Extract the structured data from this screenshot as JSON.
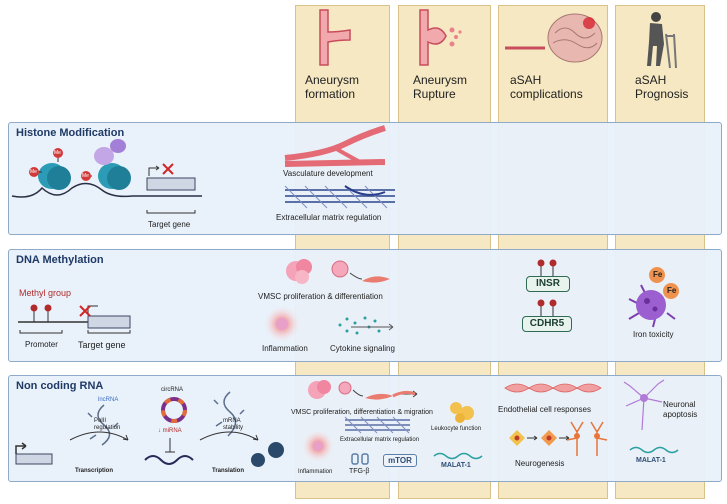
{
  "columns": [
    {
      "header": "Aneurysm\nformation"
    },
    {
      "header": "Aneurysm\nRupture"
    },
    {
      "header": "aSAH\ncomplications"
    },
    {
      "header": "aSAH\nPrognosis"
    }
  ],
  "histone": {
    "title": "Histone Modification",
    "me": "Me",
    "target_gene": "Target gene",
    "vasculature": "Vasculature development",
    "ecm": "Extracellular matrix regulation"
  },
  "dna": {
    "title": "DNA Methylation",
    "methyl_group": "Methyl group",
    "promoter": "Promoter",
    "target_gene": "Target gene",
    "vmsc": "VMSC proliferation & differentiation",
    "inflammation": "Inflammation",
    "cytokine": "Cytokine signaling",
    "insr": "INSR",
    "cdhr5": "CDHR5",
    "fe": "Fe",
    "iron": "Iron toxicity"
  },
  "ncrna": {
    "title": "Non coding RNA",
    "lncrna": "lncRNA",
    "circrna": "circRNA",
    "mirna": "↓ miRNA",
    "polII": "PolII\nregulation",
    "mrna_stability": "mRNA\nstability",
    "transcription": "Transcription",
    "translation": "Translation",
    "vmsc_full": "VMSC proliferation, differentiation & migration",
    "ecm": "Extracellular matrix regulation",
    "leukocyte": "Leukocyte function",
    "inflammation": "Inflammation",
    "tgf": "TFG-β",
    "mtor": "mTOR",
    "malat1": "MALAT-1",
    "endothelial": "Endothelial cell responses",
    "neurogenesis": "Neurogenesis",
    "neuronal": "Neuronal\napoptosis",
    "malat1_b": "MALAT-1"
  }
}
